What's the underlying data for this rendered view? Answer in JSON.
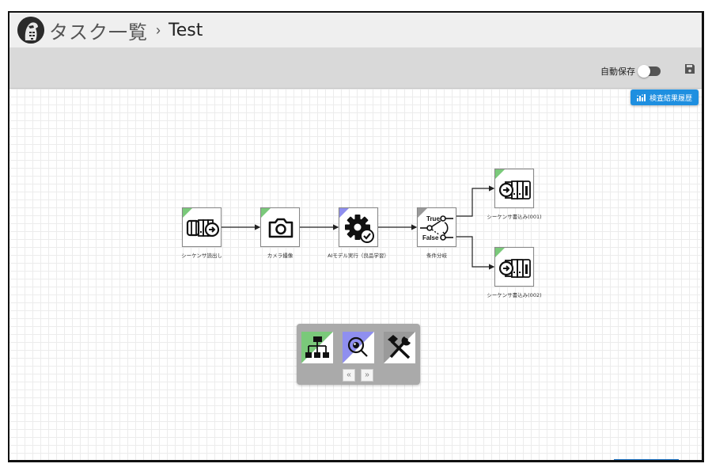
{
  "header": {
    "breadcrumb_root": "タスク一覧",
    "breadcrumb_separator": "›",
    "breadcrumb_current": "Test"
  },
  "toolbar": {
    "autosave_label": "自動保存",
    "autosave_on": false,
    "save_icon": "floppy-disk-icon",
    "history_button_label": "検査結果履歴",
    "history_button_icon": "bar-chart-icon"
  },
  "colors": {
    "accent_blue": "#1e8fe0",
    "corner_green": "#7ac97a",
    "corner_blue": "#8f8fef",
    "corner_gray": "#9a9a9a",
    "palette_bg": "#aaaaaa"
  },
  "flow": {
    "nodes": [
      {
        "id": "seq-read",
        "label": "シーケンサ読出し",
        "icon": "sequencer-read-icon",
        "category": "green"
      },
      {
        "id": "camera",
        "label": "カメラ撮像",
        "icon": "camera-icon",
        "category": "green"
      },
      {
        "id": "ai-model",
        "label": "AIモデル実行（良品学習）",
        "icon": "gear-check-icon",
        "category": "blue"
      },
      {
        "id": "branch",
        "label": "条件分岐",
        "icon": "switch-branch-icon",
        "category": "gray",
        "true_label": "True",
        "false_label": "False"
      },
      {
        "id": "seq-write-1",
        "label": "シーケンサ書込み(001)",
        "icon": "sequencer-write-icon",
        "category": "green"
      },
      {
        "id": "seq-write-2",
        "label": "シーケンサ書込み(002)",
        "icon": "sequencer-write-icon",
        "category": "green"
      }
    ],
    "connections": [
      [
        "seq-read",
        "camera"
      ],
      [
        "camera",
        "ai-model"
      ],
      [
        "ai-model",
        "branch"
      ],
      [
        "branch:true",
        "seq-write-1"
      ],
      [
        "branch:false",
        "seq-write-2"
      ]
    ]
  },
  "palette": {
    "items": [
      {
        "name": "flow-category",
        "icon": "hierarchy-icon",
        "color": "green"
      },
      {
        "name": "inspection-category",
        "icon": "magnifier-eye-icon",
        "color": "blue"
      },
      {
        "name": "tools-category",
        "icon": "hammer-wrench-icon",
        "color": "gray"
      }
    ],
    "prev_label": "«",
    "next_label": "»"
  }
}
